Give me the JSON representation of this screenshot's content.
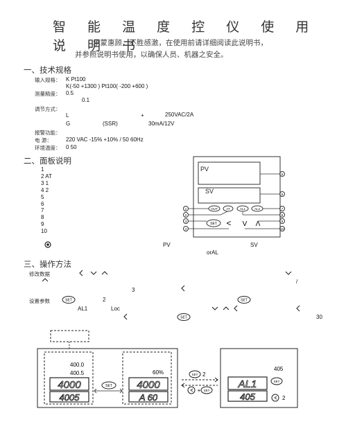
{
  "title": "智 能 温 度 控 仪 使 用 说 明 书",
  "intro": {
    "line1": "承蒙惠顾，不胜感激，在使用前请详细阅读此说明书，",
    "line2": "并参照说明书使用，以确保人员、机器之安全。"
  },
  "sec1": {
    "heading": "一、技术规格",
    "input_label": "输入规格：",
    "input_v1": "K   Pt100",
    "input_v2": "K(-50   +1300    )     Pt100( -200    +600 )",
    "precision_label": "测量精度：",
    "precision_v1": "0.5",
    "precision_v2": "0.1",
    "control_label": "调节方式：",
    "ctrl_l": "L",
    "ctrl_plus": "+",
    "ctrl_relay": "250VAC/2A",
    "ctrl_g": "G",
    "ctrl_ssr": "(SSR)",
    "ctrl_ssr_rating": "30mA/12V",
    "alarm_label": "报警功能：",
    "power_label": "电    源：",
    "power_v": "220 VAC   -15%   +10% / 50   60Hz",
    "env_label": "环境温度：",
    "env_v": "0    50"
  },
  "sec2": {
    "heading": "二、面板说明",
    "items": [
      "1",
      "2   AT",
      "3        1",
      "4        2",
      "5",
      "6",
      "7",
      "8",
      "9",
      "10"
    ],
    "pv_note": "PV",
    "sv_note": "SV",
    "oral_note": "orAL",
    "panel": {
      "pv": "PV",
      "sv": "SV",
      "btn_out": "OUT",
      "btn_at": "AT",
      "btn_al1": "AL1",
      "btn_al2": "AL2",
      "btn_set": "SET",
      "key_left": "<",
      "key_down": "V",
      "key_up": "Λ",
      "callouts_left": [
        "1",
        "2",
        "3",
        "4"
      ],
      "callouts_right": [
        "5",
        "6",
        "7",
        "8",
        "9",
        "10"
      ]
    }
  },
  "sec3": {
    "heading": "三、操作方法",
    "modify_label": "修改数据",
    "modify_slash": "/",
    "modify_3": "3",
    "setparam_label": "设置参数",
    "set_2": "2",
    "al1_text": "AL1",
    "loc_text": "Loc",
    "num_30": "30",
    "set_key": "SET"
  },
  "diagram": {
    "val1": "400.0",
    "val2": "400.5",
    "val3": "60%",
    "lcd1_top": "4000",
    "lcd1_bot": "4005",
    "lcd2_top": "4000",
    "lcd2_bot": "A 60",
    "set": "SET",
    "plus": "+",
    "arrow_2": "2",
    "v405": "405",
    "lcd3_top": "AL1",
    "lcd3_bot": "405",
    "rep_2": "2"
  }
}
